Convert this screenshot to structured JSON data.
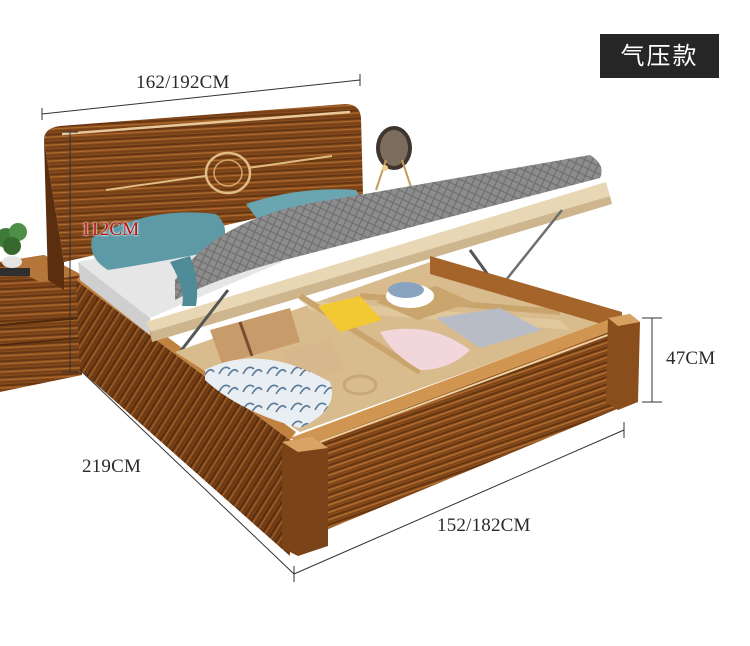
{
  "badge": {
    "text": "气压款"
  },
  "dimensions": {
    "headboard_width": "162/192CM",
    "height": "112CM",
    "length": "219CM",
    "frame_width": "152/182CM",
    "side_height": "47CM"
  },
  "colors": {
    "wood_dark": "#6b3a14",
    "wood_mid": "#9a5a22",
    "wood_light": "#c88a45",
    "mattress_board": "#e8d7b5",
    "blanket": "#8b8b8b",
    "pillow": "#5e9aa6",
    "badge_bg": "#262626",
    "height_label": "#b51414"
  }
}
